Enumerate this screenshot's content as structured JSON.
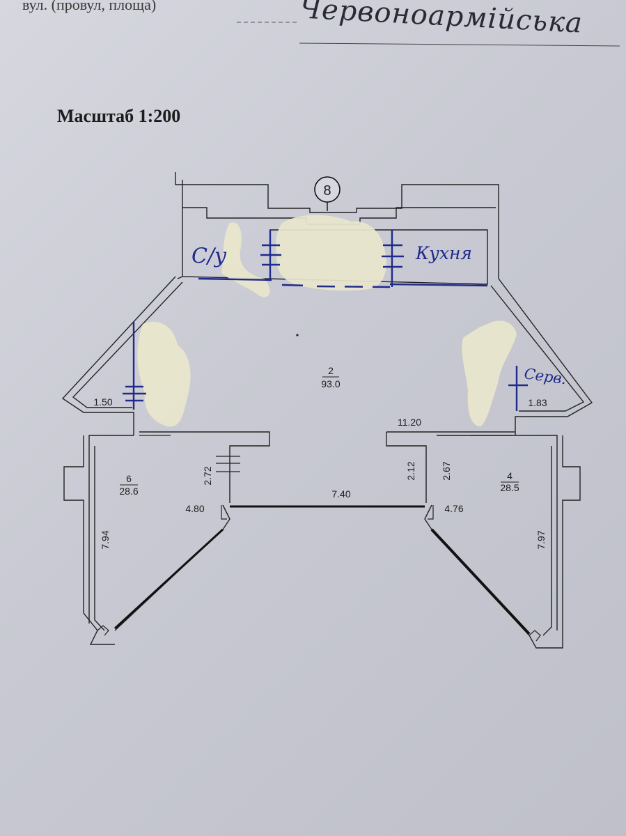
{
  "header": {
    "street_prefix": "вул. (провул, площа)",
    "street_name": "Червоноармійська"
  },
  "plan": {
    "scale_label": "Масштаб 1:200",
    "marker_number": "8",
    "handwritten": {
      "bathroom": "С/у",
      "kitchen": "Кухня",
      "service": "Серв."
    },
    "rooms": [
      {
        "number": "2",
        "area": "93.0"
      },
      {
        "number": "6",
        "area": "28.6"
      },
      {
        "number": "4",
        "area": "28.5"
      }
    ],
    "dimensions": {
      "d_150": "1.50",
      "d_183": "1.83",
      "d_1120": "11.20",
      "d_272": "2.72",
      "d_480": "4.80",
      "d_740": "7.40",
      "d_212": "2.12",
      "d_267": "2.67",
      "d_476": "4.76",
      "d_794": "7.94",
      "d_797": "7.97"
    }
  },
  "colors": {
    "paper": "#d2d3db",
    "ink": "#1e1e1e",
    "pen": "#1f2a8a",
    "correction": "#e9e6cc"
  }
}
